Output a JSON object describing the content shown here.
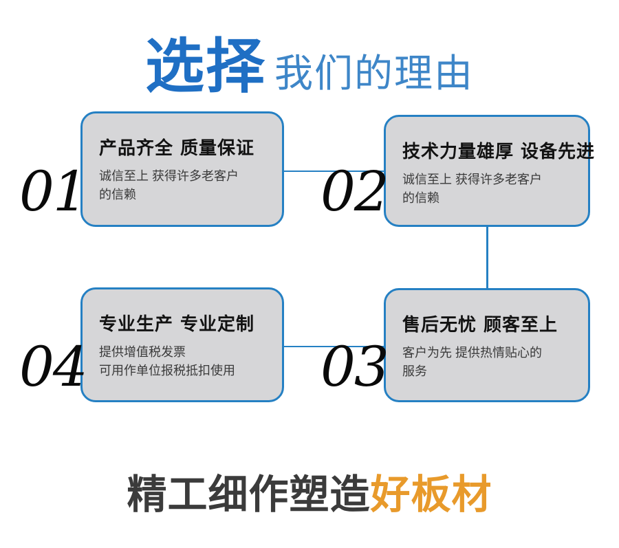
{
  "header": {
    "strong": "选择",
    "light": "我们的理由"
  },
  "cards": [
    {
      "number": "01",
      "title": "产品齐全 质量保证",
      "body": "诚信至上 获得许多老客户\n的信赖"
    },
    {
      "number": "02",
      "title": "技术力量雄厚 设备先进",
      "body": "诚信至上 获得许多老客户\n的信赖"
    },
    {
      "number": "03",
      "title": "售后无忧 顾客至上",
      "body": "客户为先 提供热情贴心的\n服务"
    },
    {
      "number": "04",
      "title": "专业生产 专业定制",
      "body": "提供增值税发票\n可用作单位报税抵扣使用"
    }
  ],
  "footer": {
    "dark": "精工细作塑造",
    "accent": "好板材"
  },
  "colors": {
    "brand_blue": "#2580C3",
    "header_blue_strong": "#1F6FC4",
    "header_blue_light": "#3E86C8",
    "card_fill": "#D6D6D8",
    "accent_orange": "#E89A2B",
    "footer_dark": "#3B3B3B"
  }
}
